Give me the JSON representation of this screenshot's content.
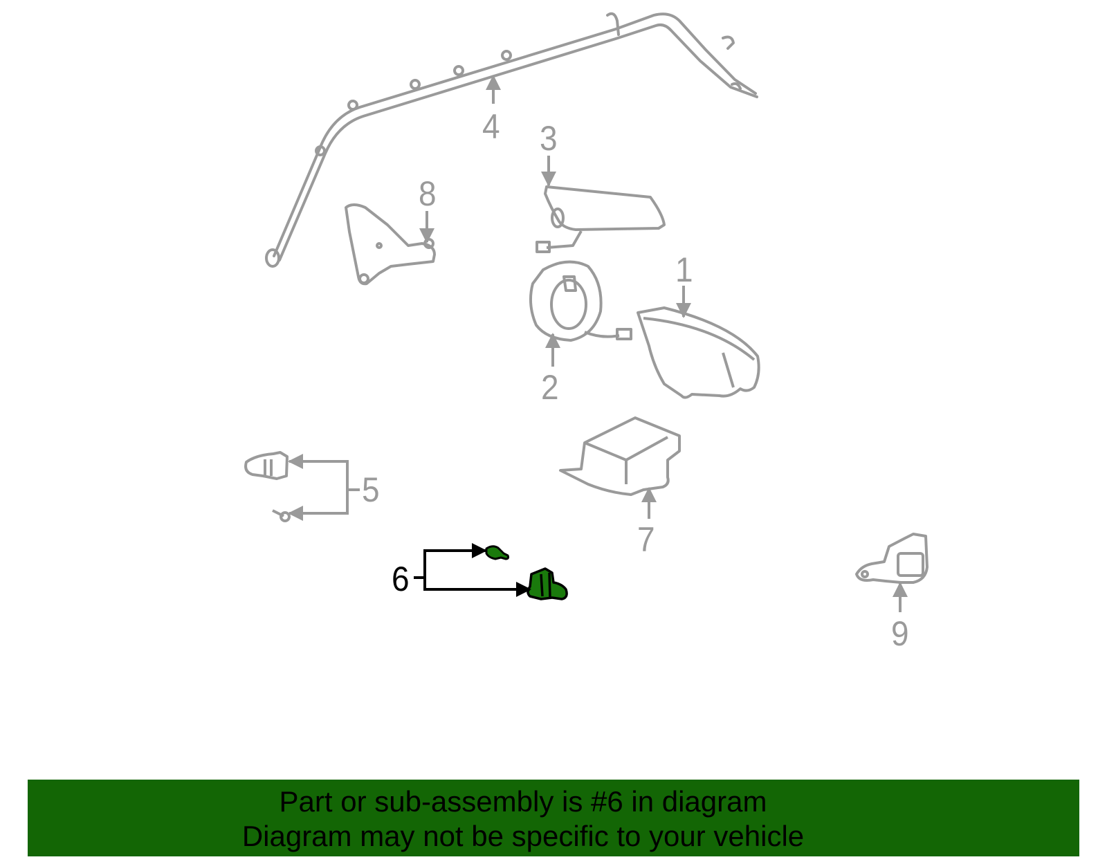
{
  "diagram": {
    "title": "Airbag / SRS components parts diagram",
    "highlight_color": "#136605",
    "line_color": "#9a9a9a",
    "callouts": [
      {
        "number": "1",
        "part": "driver-airbag-module"
      },
      {
        "number": "2",
        "part": "clock-spring"
      },
      {
        "number": "3",
        "part": "passenger-airbag-module"
      },
      {
        "number": "4",
        "part": "curtain-airbag"
      },
      {
        "number": "5",
        "part": "side-impact-sensor-and-bolt"
      },
      {
        "number": "6",
        "part": "front-impact-sensor-and-bolt",
        "highlighted": true
      },
      {
        "number": "7",
        "part": "airbag-control-module"
      },
      {
        "number": "8",
        "part": "bracket"
      },
      {
        "number": "9",
        "part": "sensor-mount"
      }
    ]
  },
  "banner": {
    "line1": "Part or sub-assembly is #6 in diagram",
    "line2": "Diagram may not be specific to your vehicle",
    "background": "#136605"
  }
}
